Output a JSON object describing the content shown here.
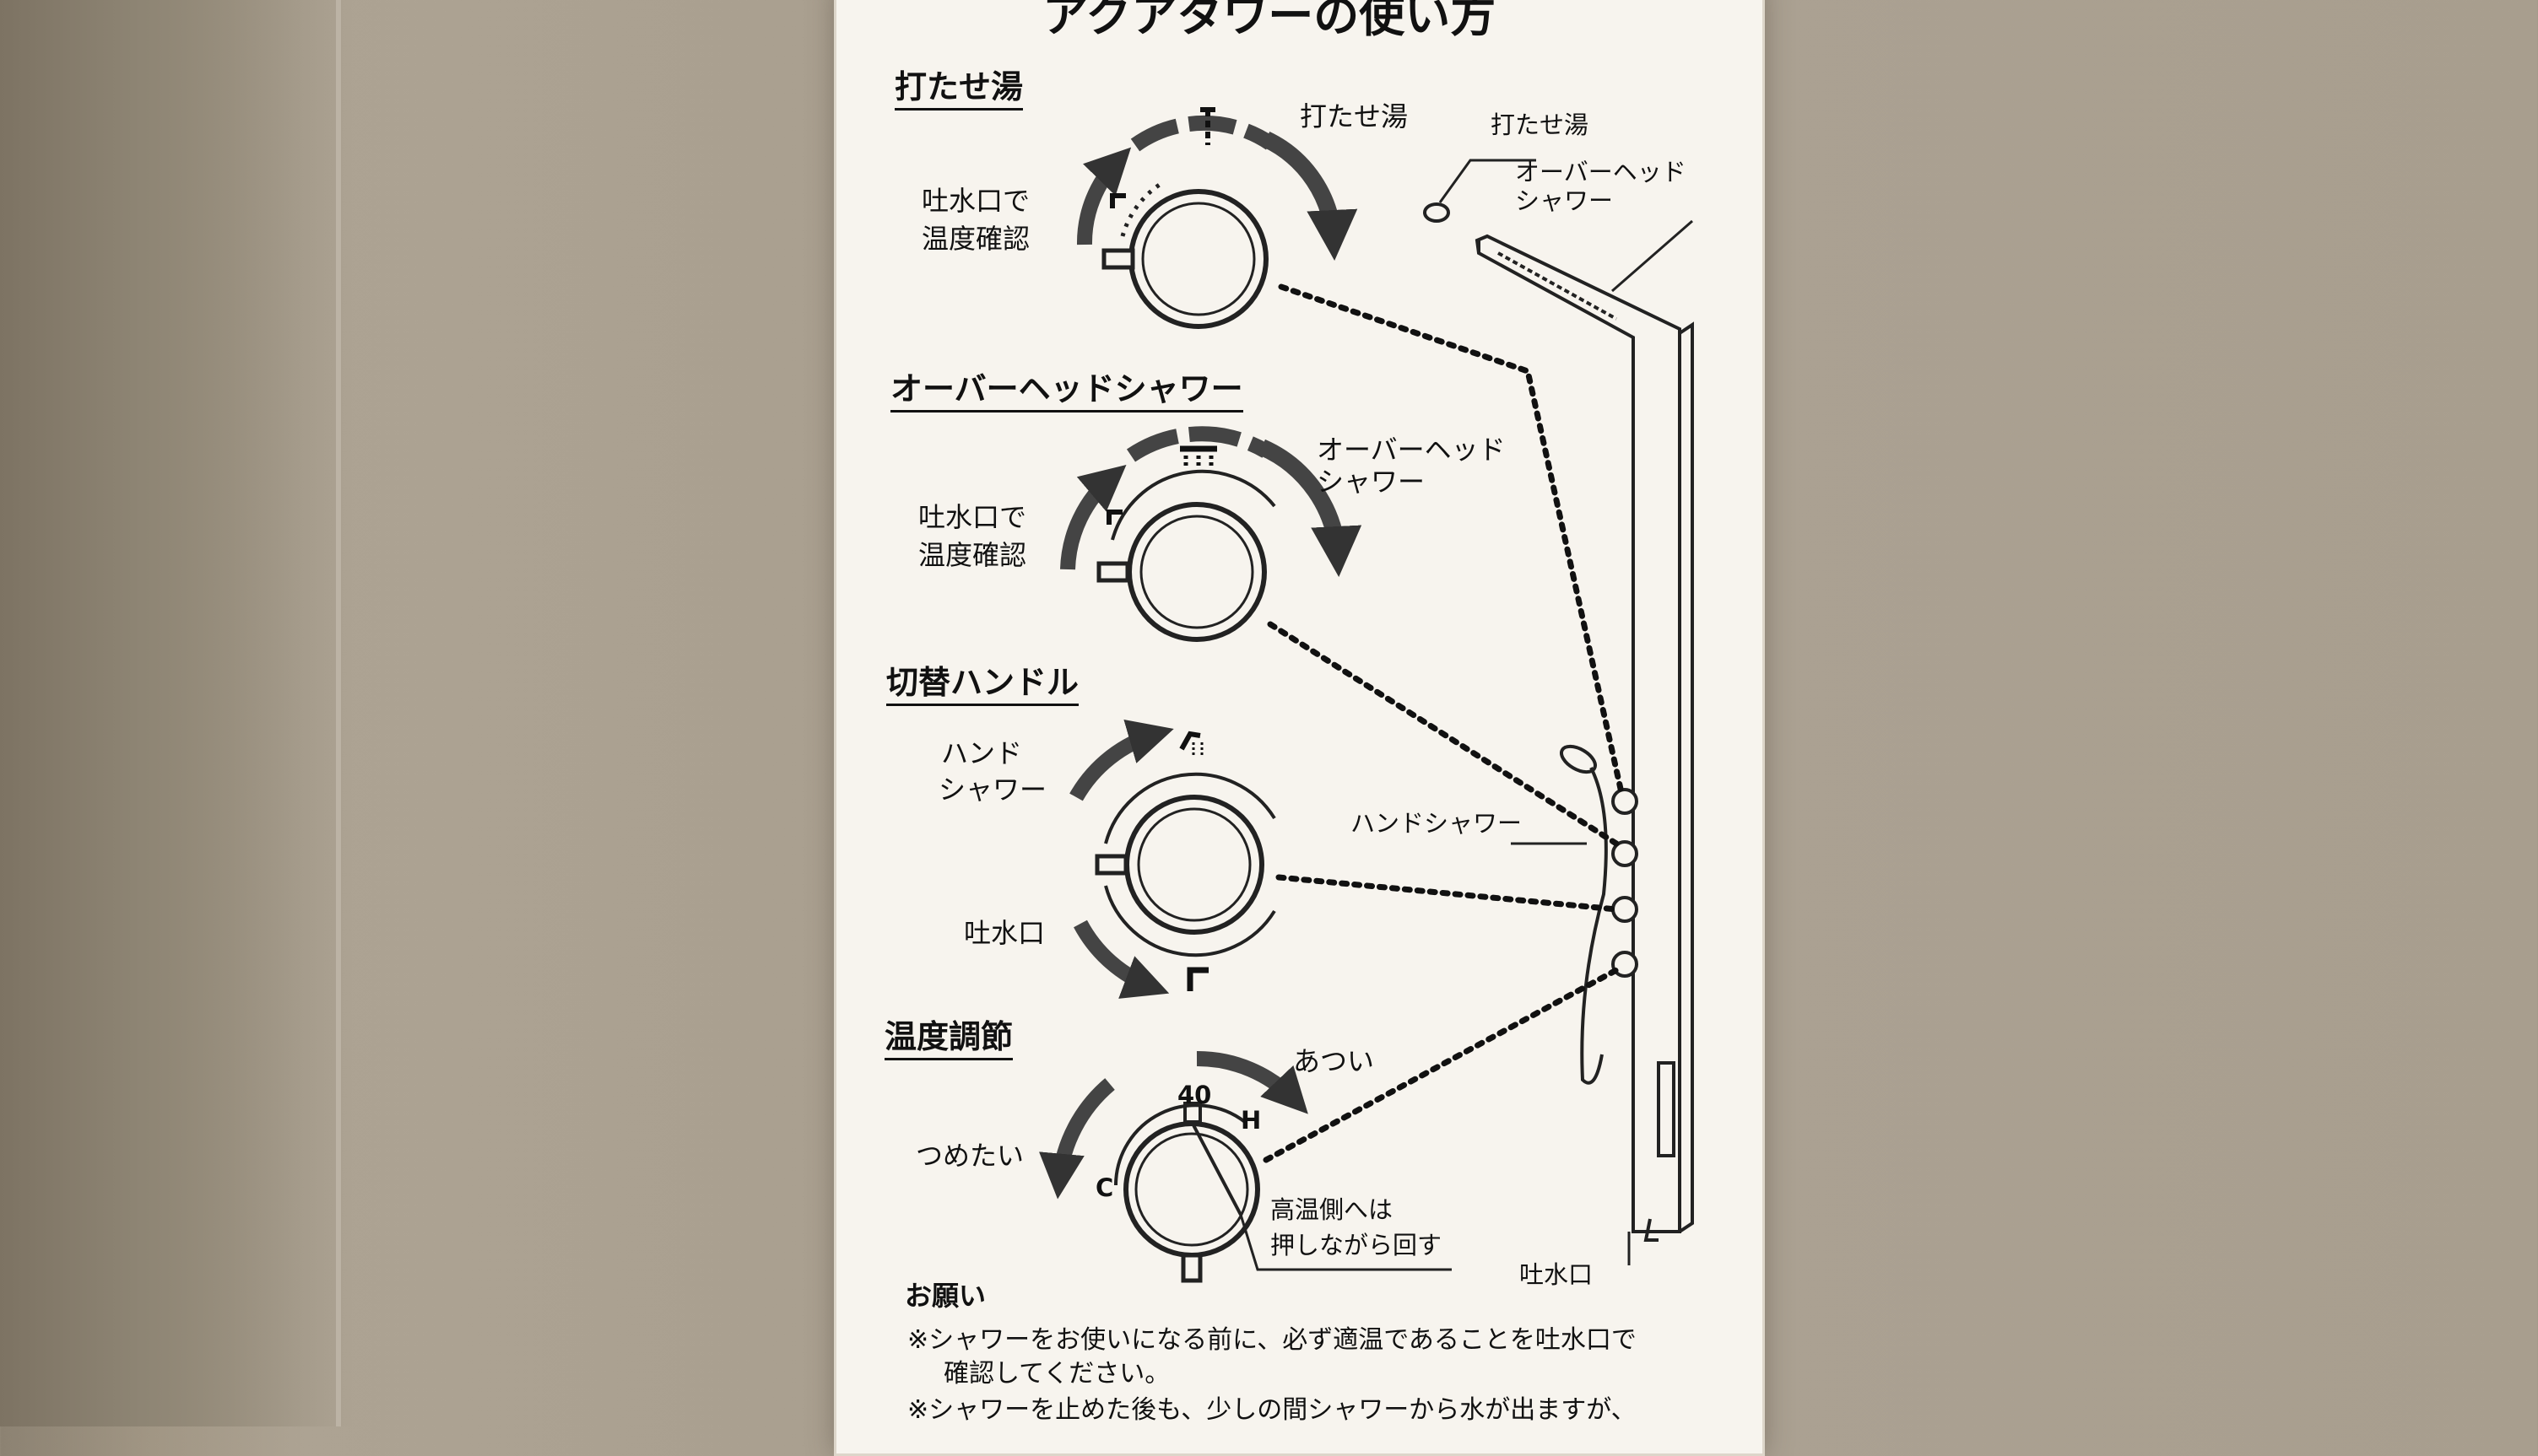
{
  "title": "アクアタワーの使い方",
  "sections": {
    "utase": {
      "heading": "打たせ湯",
      "target_label": "打たせ湯",
      "check_label_1": "吐水口で",
      "check_label_2": "温度確認"
    },
    "overhead": {
      "heading": "オーバーヘッドシャワー",
      "target_label_1": "オーバーヘッド",
      "target_label_2": "シャワー",
      "check_label_1": "吐水口で",
      "check_label_2": "温度確認"
    },
    "switch": {
      "heading": "切替ハンドル",
      "hand_label_1": "ハンド",
      "hand_label_2": "シャワー",
      "spout_label": "吐水口"
    },
    "temperature": {
      "heading": "温度調節",
      "hot_label": "あつい",
      "cold_label": "つめたい",
      "mark_value": "40",
      "h_mark": "H",
      "c_mark": "C",
      "push_note_1": "高温側へは",
      "push_note_2": "押しながら回す"
    }
  },
  "tower": {
    "utase_label": "打たせ湯",
    "overhead_label_1": "オーバーヘッド",
    "overhead_label_2": "シャワー",
    "hand_shower_label": "ハンドシャワー",
    "spout_label": "吐水口"
  },
  "notes": {
    "heading": "お願い",
    "line1": "※シャワーをお使いになる前に、必ず適温であることを吐水口で",
    "line2": "確認してください。",
    "line3": "※シャワーを止めた後も、少しの間シャワーから水が出ますが、"
  }
}
